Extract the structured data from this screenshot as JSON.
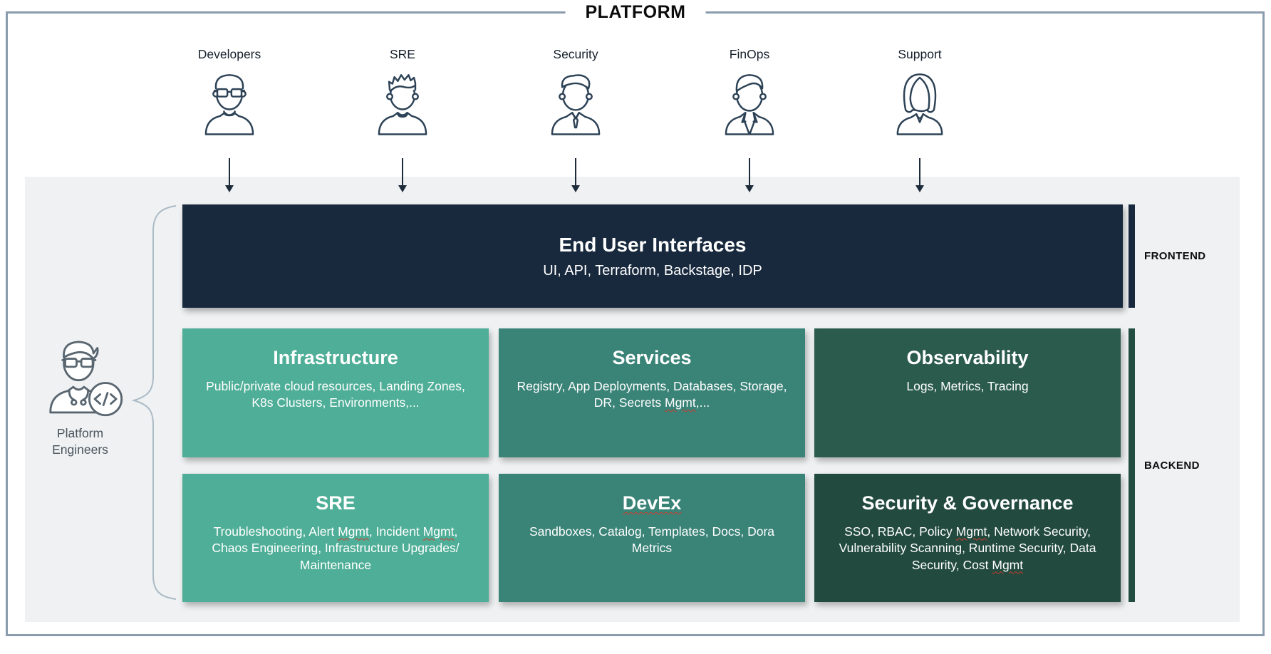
{
  "title": "PLATFORM",
  "personas": [
    {
      "label": "Developers",
      "icon": "developer-avatar-icon"
    },
    {
      "label": "SRE",
      "icon": "sre-avatar-icon"
    },
    {
      "label": "Security",
      "icon": "security-avatar-icon"
    },
    {
      "label": "FinOps",
      "icon": "finops-avatar-icon"
    },
    {
      "label": "Support",
      "icon": "support-avatar-icon"
    }
  ],
  "frontend": {
    "band_label": "FRONTEND",
    "box": {
      "title": "End User Interfaces",
      "subtitle": "UI, API, Terraform, Backstage, IDP",
      "color": "#18293e"
    }
  },
  "backend": {
    "band_label": "BACKEND",
    "bar_color": "#234d41",
    "boxes": [
      {
        "title": "Infrastructure",
        "body": "Public/private cloud resources, Landing Zones, K8s Clusters, Environments,...",
        "color": "#4fae97"
      },
      {
        "title": "Services",
        "body": "Registry, App Deployments, Databases, Storage, DR, Secrets Mgmt,...",
        "color": "#3a8377"
      },
      {
        "title": "Observability",
        "body": "Logs, Metrics, Tracing",
        "color": "#2b5b4d"
      },
      {
        "title": "SRE",
        "body": "Troubleshooting, Alert Mgmt, Incident Mgmt, Chaos Engineering, Infrastructure Upgrades/ Maintenance",
        "color": "#4fae97"
      },
      {
        "title": "DevEx",
        "body": "Sandboxes, Catalog, Templates, Docs, Dora Metrics",
        "color": "#3a8377"
      },
      {
        "title": "Security & Governance",
        "body": "SSO, RBAC, Policy Mgmt, Network Security, Vulnerability Scanning, Runtime Security, Data Security, Cost Mgmt",
        "color": "#224a3e"
      }
    ]
  },
  "platform_engineers": {
    "label": "Platform Engineers",
    "icon": "platform-engineer-icon"
  },
  "squiggle_words": [
    "Mgmt",
    "DevEx"
  ],
  "colors": {
    "navy": "#18293e",
    "green_light": "#4fae97",
    "green_mid": "#3a8377",
    "green_dark": "#2b5b4d",
    "green_darkest": "#224a3e",
    "panel_gray": "#eff1f3",
    "frame_border": "#8b9cae",
    "squiggle_red": "#cf3a2c"
  }
}
